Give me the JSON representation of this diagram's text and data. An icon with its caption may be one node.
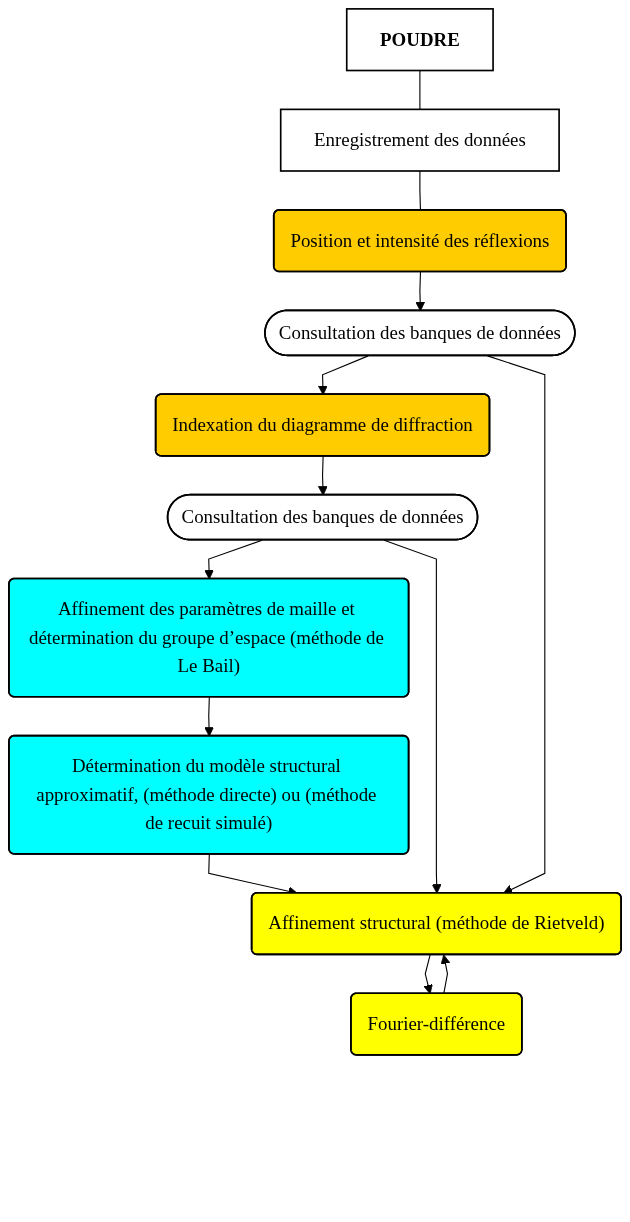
{
  "diagram": {
    "nodes": [
      {
        "text": [
          "POUDRE"
        ]
      },
      {
        "text": [
          "Enregistrement des données"
        ]
      },
      {
        "text": [
          "Position et intensité des réflexions"
        ]
      },
      {
        "text": [
          "Consultation des banques de données"
        ]
      },
      {
        "text": [
          "Indexation du diagramme de diffraction"
        ]
      },
      {
        "text": [
          "Consultation des banques de données"
        ]
      },
      {
        "text": [
          "Affinement des paramètres de maille et détermination du groupe d’espace (méthode de Le Bail)"
        ]
      },
      {
        "text": [
          "Détermination du modèle structural approximatif, (méthode directe) ou (méthode de recuit simulé)"
        ]
      },
      {
        "text": [
          "Affinement structural (méthode de Rietveld)"
        ]
      },
      {
        "text": [
          "Fourier-différence"
        ]
      }
    ],
    "edges": [
      {
        "from": 0,
        "to": 1,
        "arrow": "none"
      },
      {
        "from": 1,
        "to": 2,
        "arrow": "none"
      },
      {
        "from": 2,
        "to": 3,
        "arrow": "to"
      },
      {
        "from": 3,
        "to": 4,
        "arrow": "to"
      },
      {
        "from": 4,
        "to": 5,
        "arrow": "to"
      },
      {
        "from": 5,
        "to": 6,
        "arrow": "to"
      },
      {
        "from": 6,
        "to": 7,
        "arrow": "to"
      },
      {
        "from": 7,
        "to": 8,
        "arrow": "to"
      },
      {
        "from": 8,
        "to": 9,
        "arrow": "to"
      },
      {
        "from": 9,
        "to": 8,
        "arrow": "to"
      },
      {
        "from": 3,
        "to": 8,
        "arrow": "to"
      },
      {
        "from": 5,
        "to": 8,
        "arrow": "to"
      }
    ]
  }
}
